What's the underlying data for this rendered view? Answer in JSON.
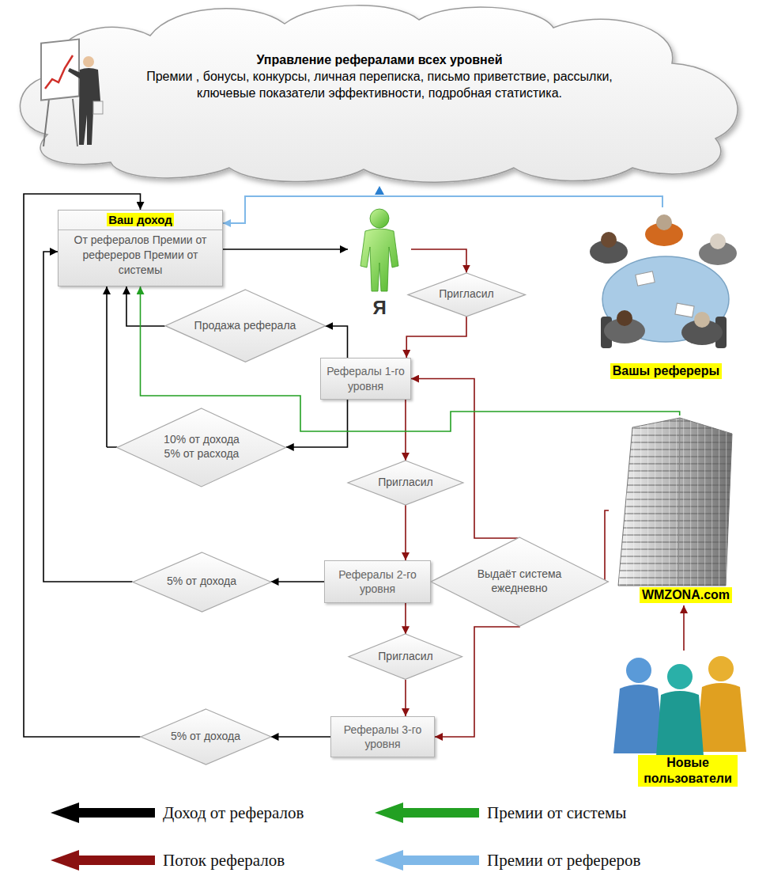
{
  "diagram": {
    "nodes": [
      {
        "text": [
          "Управление рефералами всех уровней",
          "Премии , бонусы, конкурсы, личная переписка, письмо приветствие, рассылки, ключевые показатели эффективности, подробная статистика."
        ]
      },
      {
        "text": [
          "Ваш доход",
          "От рефералов Премии от рефереров Премии от системы"
        ]
      },
      {
        "text": [
          "Я"
        ]
      },
      {
        "text": [
          "Вашы рефереры"
        ]
      },
      {
        "text": [
          "Пригласил"
        ]
      },
      {
        "text": [
          "Продажа реферала"
        ]
      },
      {
        "text": [
          "Рефералы 1-го уровня"
        ]
      },
      {
        "text": [
          "10% от дохода 5% от расхода"
        ]
      },
      {
        "text": [
          "Пригласил"
        ]
      },
      {
        "text": [
          "WMZONA.com"
        ]
      },
      {
        "text": [
          "Рефералы 2-го уровня"
        ]
      },
      {
        "text": [
          "Выдаёт система ежедневно"
        ]
      },
      {
        "text": [
          "5% от дохода"
        ]
      },
      {
        "text": [
          "Пригласил"
        ]
      },
      {
        "text": [
          "Рефералы 3-го уровня"
        ]
      },
      {
        "text": [
          "5% от дохода"
        ]
      },
      {
        "text": [
          "Новые пользователи"
        ]
      }
    ],
    "edges": [
      {
        "from": 2,
        "to": 4,
        "arrow": "to"
      },
      {
        "from": 4,
        "to": 6,
        "arrow": "to"
      },
      {
        "from": 6,
        "to": 5,
        "arrow": "to"
      },
      {
        "from": 5,
        "to": 1,
        "arrow": "to"
      },
      {
        "from": 6,
        "to": 7,
        "arrow": "to"
      },
      {
        "from": 7,
        "to": 1,
        "arrow": "to"
      },
      {
        "from": 6,
        "to": 8,
        "arrow": "to"
      },
      {
        "from": 8,
        "to": 10,
        "arrow": "to"
      },
      {
        "from": 10,
        "to": 12,
        "arrow": "to"
      },
      {
        "from": 12,
        "to": 1,
        "arrow": "to"
      },
      {
        "from": 10,
        "to": 13,
        "arrow": "to"
      },
      {
        "from": 13,
        "to": 14,
        "arrow": "to"
      },
      {
        "from": 14,
        "to": 15,
        "arrow": "to"
      },
      {
        "from": 15,
        "to": 1,
        "arrow": "to"
      },
      {
        "from": 16,
        "to": 9,
        "arrow": "to"
      },
      {
        "from": 9,
        "to": 11,
        "arrow": "to"
      },
      {
        "from": 11,
        "to": 6,
        "arrow": "to"
      },
      {
        "from": 11,
        "to": 10,
        "arrow": "to"
      },
      {
        "from": 11,
        "to": 14,
        "arrow": "to"
      },
      {
        "from": 9,
        "to": 1,
        "arrow": "to"
      },
      {
        "from": 3,
        "to": 1,
        "arrow": "to"
      },
      {
        "from": 1,
        "to": 2,
        "arrow": "to"
      }
    ],
    "legend": [
      {
        "text": "Доход от рефералов",
        "color": "#000000"
      },
      {
        "text": "Премии от системы",
        "color": "#22a022"
      },
      {
        "text": "Поток рефералов",
        "color": "#8b1111"
      },
      {
        "text": "Премии от рефереров",
        "color": "#7fb8e8"
      }
    ]
  }
}
